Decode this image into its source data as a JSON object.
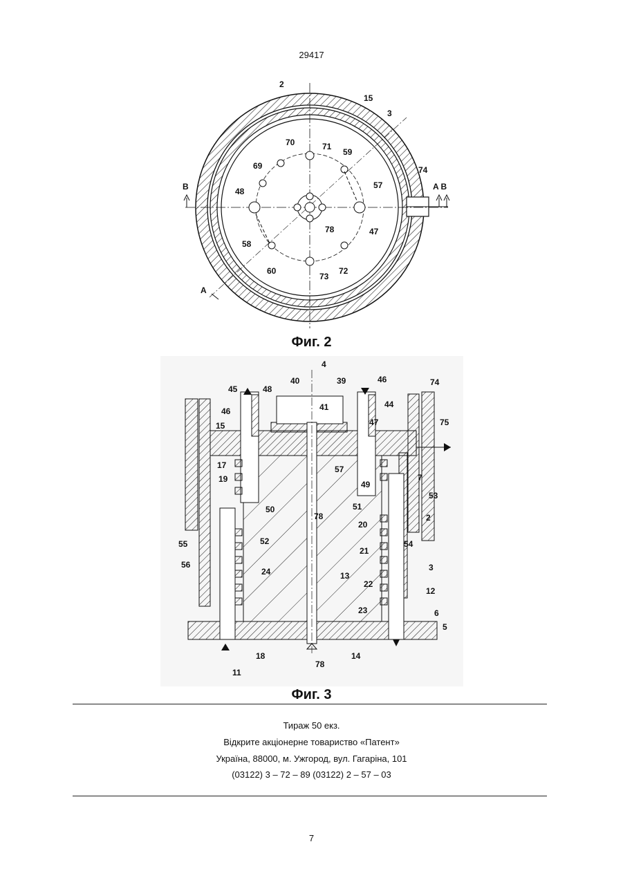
{
  "header": {
    "doc_number": "29417"
  },
  "figure2": {
    "caption": "Фиг. 2",
    "labels": [
      "2",
      "15",
      "3",
      "74",
      "70",
      "71",
      "59",
      "69",
      "57",
      "48",
      "47",
      "78",
      "58",
      "60",
      "73",
      "72"
    ],
    "section_left": "B",
    "section_right": "A B",
    "section_bottom": "A"
  },
  "figure3": {
    "caption": "Фиг. 3",
    "labels": [
      "4",
      "40",
      "39",
      "46",
      "74",
      "45",
      "48",
      "44",
      "75",
      "15",
      "46",
      "41",
      "47",
      "17",
      "57",
      "7",
      "19",
      "49",
      "53",
      "50",
      "51",
      "2",
      "78",
      "20",
      "55",
      "52",
      "54",
      "21",
      "56",
      "24",
      "13",
      "3",
      "22",
      "12",
      "23",
      "6",
      "5",
      "18",
      "14",
      "11",
      "78"
    ]
  },
  "imprint": {
    "line1": "Тираж 50 екз.",
    "line2": "Відкрите акціонерне товариство «Патент»",
    "line3": "Україна, 88000, м. Ужгород, вул. Гагаріна, 101",
    "line4": "(03122) 3 – 72 – 89   (03122) 2 – 57 – 03"
  },
  "footer": {
    "page_number": "7"
  }
}
